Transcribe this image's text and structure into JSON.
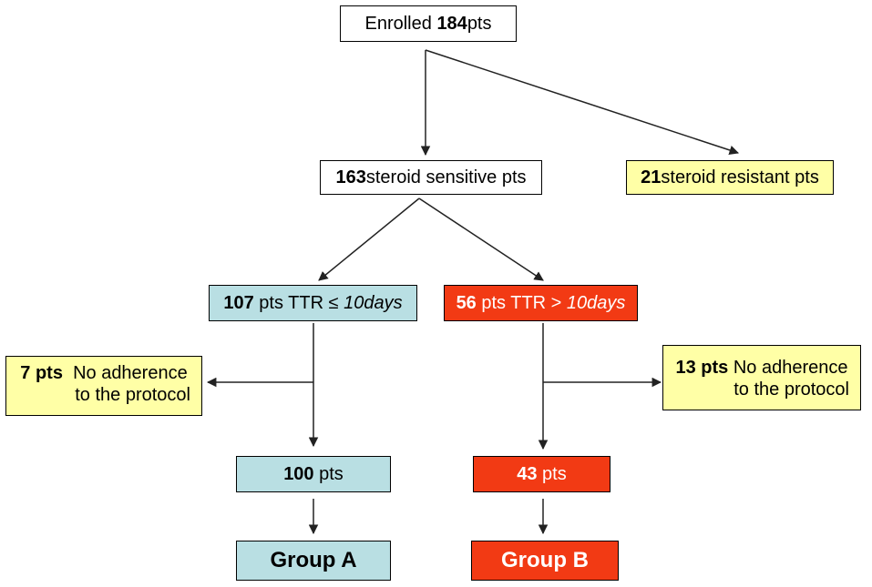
{
  "enrolled": {
    "num": "184",
    "pre": "Enrolled ",
    "post": " pts"
  },
  "sensitive": {
    "num": "163",
    "text": " steroid sensitive pts"
  },
  "resistant": {
    "num": "21",
    "text": " steroid resistant pts"
  },
  "ttr_short": {
    "num": "107",
    "text": " pts TTR ≤ ",
    "days": "10days"
  },
  "ttr_long": {
    "num": "56",
    "text": " pts TTR > ",
    "days": "10days"
  },
  "excluded_left": {
    "num": "7 pts",
    "line1": "  No adherence",
    "line2": "to the protocol"
  },
  "excluded_right": {
    "num": "13 pts",
    "line1": " No adherence",
    "line2": "to the protocol"
  },
  "final_a": {
    "num": "100",
    "text": " pts"
  },
  "final_b": {
    "num": "43",
    "text": " pts"
  },
  "group_a": {
    "label": "Group A"
  },
  "group_b": {
    "label": "Group B"
  },
  "colors": {
    "yellow": "#ffffa6",
    "blue": "#b9dfe3",
    "red": "#f23a14",
    "white": "#ffffff"
  }
}
